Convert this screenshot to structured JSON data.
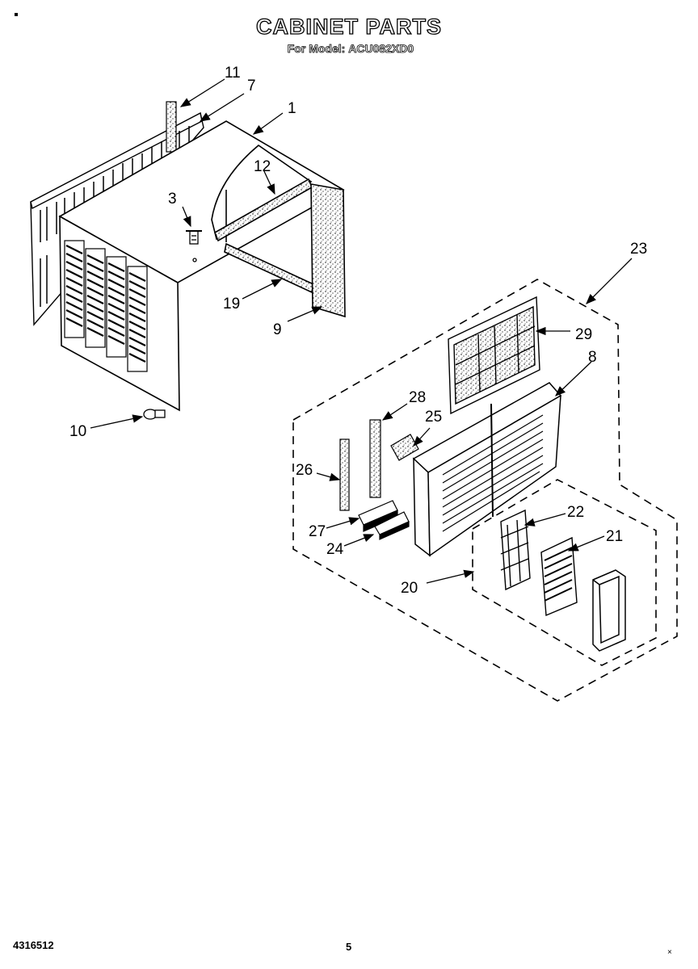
{
  "header": {
    "title": "CABINET PARTS",
    "subtitle_prefix": "For Model:",
    "model": "ACU082XD0"
  },
  "callouts": [
    "11",
    "7",
    "1",
    "12",
    "3",
    "19",
    "9",
    "10",
    "23",
    "29",
    "8",
    "28",
    "25",
    "26",
    "27",
    "24",
    "22",
    "21",
    "20"
  ],
  "footer": {
    "part_number": "4316512",
    "page": "5",
    "mark": "×"
  }
}
